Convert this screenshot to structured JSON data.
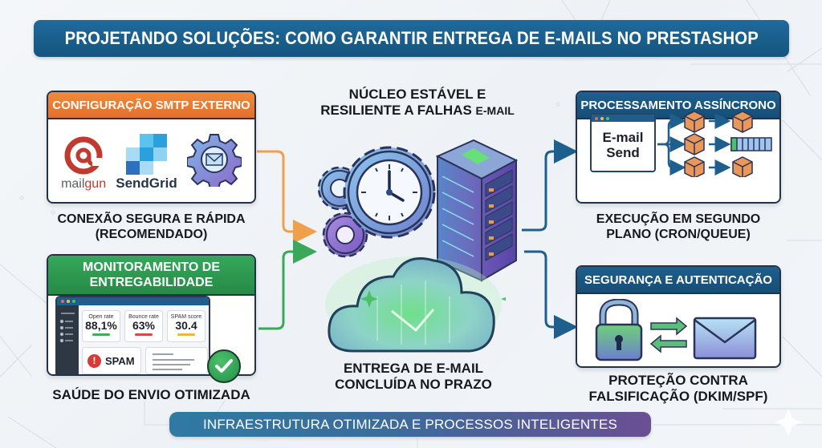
{
  "title": "PROJETANDO SOLUÇÕES: COMO GARANTIR ENTREGA DE E-MAILS NO PRESTASHOP",
  "colors": {
    "title_banner": "#14557f",
    "smtp_header": "#e46f2b",
    "monitor_header": "#268a46",
    "blue_header": "#164e76",
    "orange_connector": "#f0a04a",
    "green_connector": "#3aa85a",
    "blue_connector": "#1e5f8d",
    "bottom_banner_start": "#2f7aa3",
    "bottom_banner_end": "#6a4f93"
  },
  "smtp": {
    "header": "CONFIGURAÇÃO SMTP EXTERNO",
    "logos": {
      "mailgun_prefix": "mail",
      "mailgun_suffix": "gun",
      "sendgrid": "SendGrid",
      "third_icon": "gear-envelope-icon"
    },
    "caption_line1": "CONEXÃO SEGURA E RÁPIDA",
    "caption_line2": "(RECOMENDADO)"
  },
  "monitor": {
    "header_line1": "MONITORAMENTO DE",
    "header_line2": "ENTREGABILIDADE",
    "metrics": [
      {
        "label": "Open rate",
        "value": "88,1%",
        "bar_color": "#3fae5a"
      },
      {
        "label": "Bounce rate",
        "value": "63%",
        "bar_color": "#d14a4a"
      },
      {
        "label": "SPAM score",
        "value": "30.4",
        "bar_color": "#e8b93a"
      }
    ],
    "spam_label": "SPAM",
    "caption": "SAÚDE DO ENVIO OTIMIZADA"
  },
  "center": {
    "title_line1": "NÚCLEO ESTÁVEL E",
    "title_line2": "RESILIENTE A FALHAS",
    "title_suffix": "E-MAIL",
    "caption_line1": "ENTREGA DE E-MAIL",
    "caption_line2": "CONCLUÍDA NO PRAZO"
  },
  "async": {
    "header": "PROCESSAMENTO ASSÍNCRONO",
    "window_line1": "E-mail",
    "window_line2": "Send",
    "caption_line1": "EXECUÇÃO EM SEGUNDO",
    "caption_line2": "PLANO (CRON/QUEUE)"
  },
  "security": {
    "header": "SEGURANÇA E AUTENTICAÇÃO",
    "caption_line1": "PROTEÇÃO CONTRA",
    "caption_line2": "FALSIFICAÇÃO (DKIM/SPF)"
  },
  "footer": "INFRAESTRUTURA OTIMIZADA E PROCESSOS INTELIGENTES"
}
